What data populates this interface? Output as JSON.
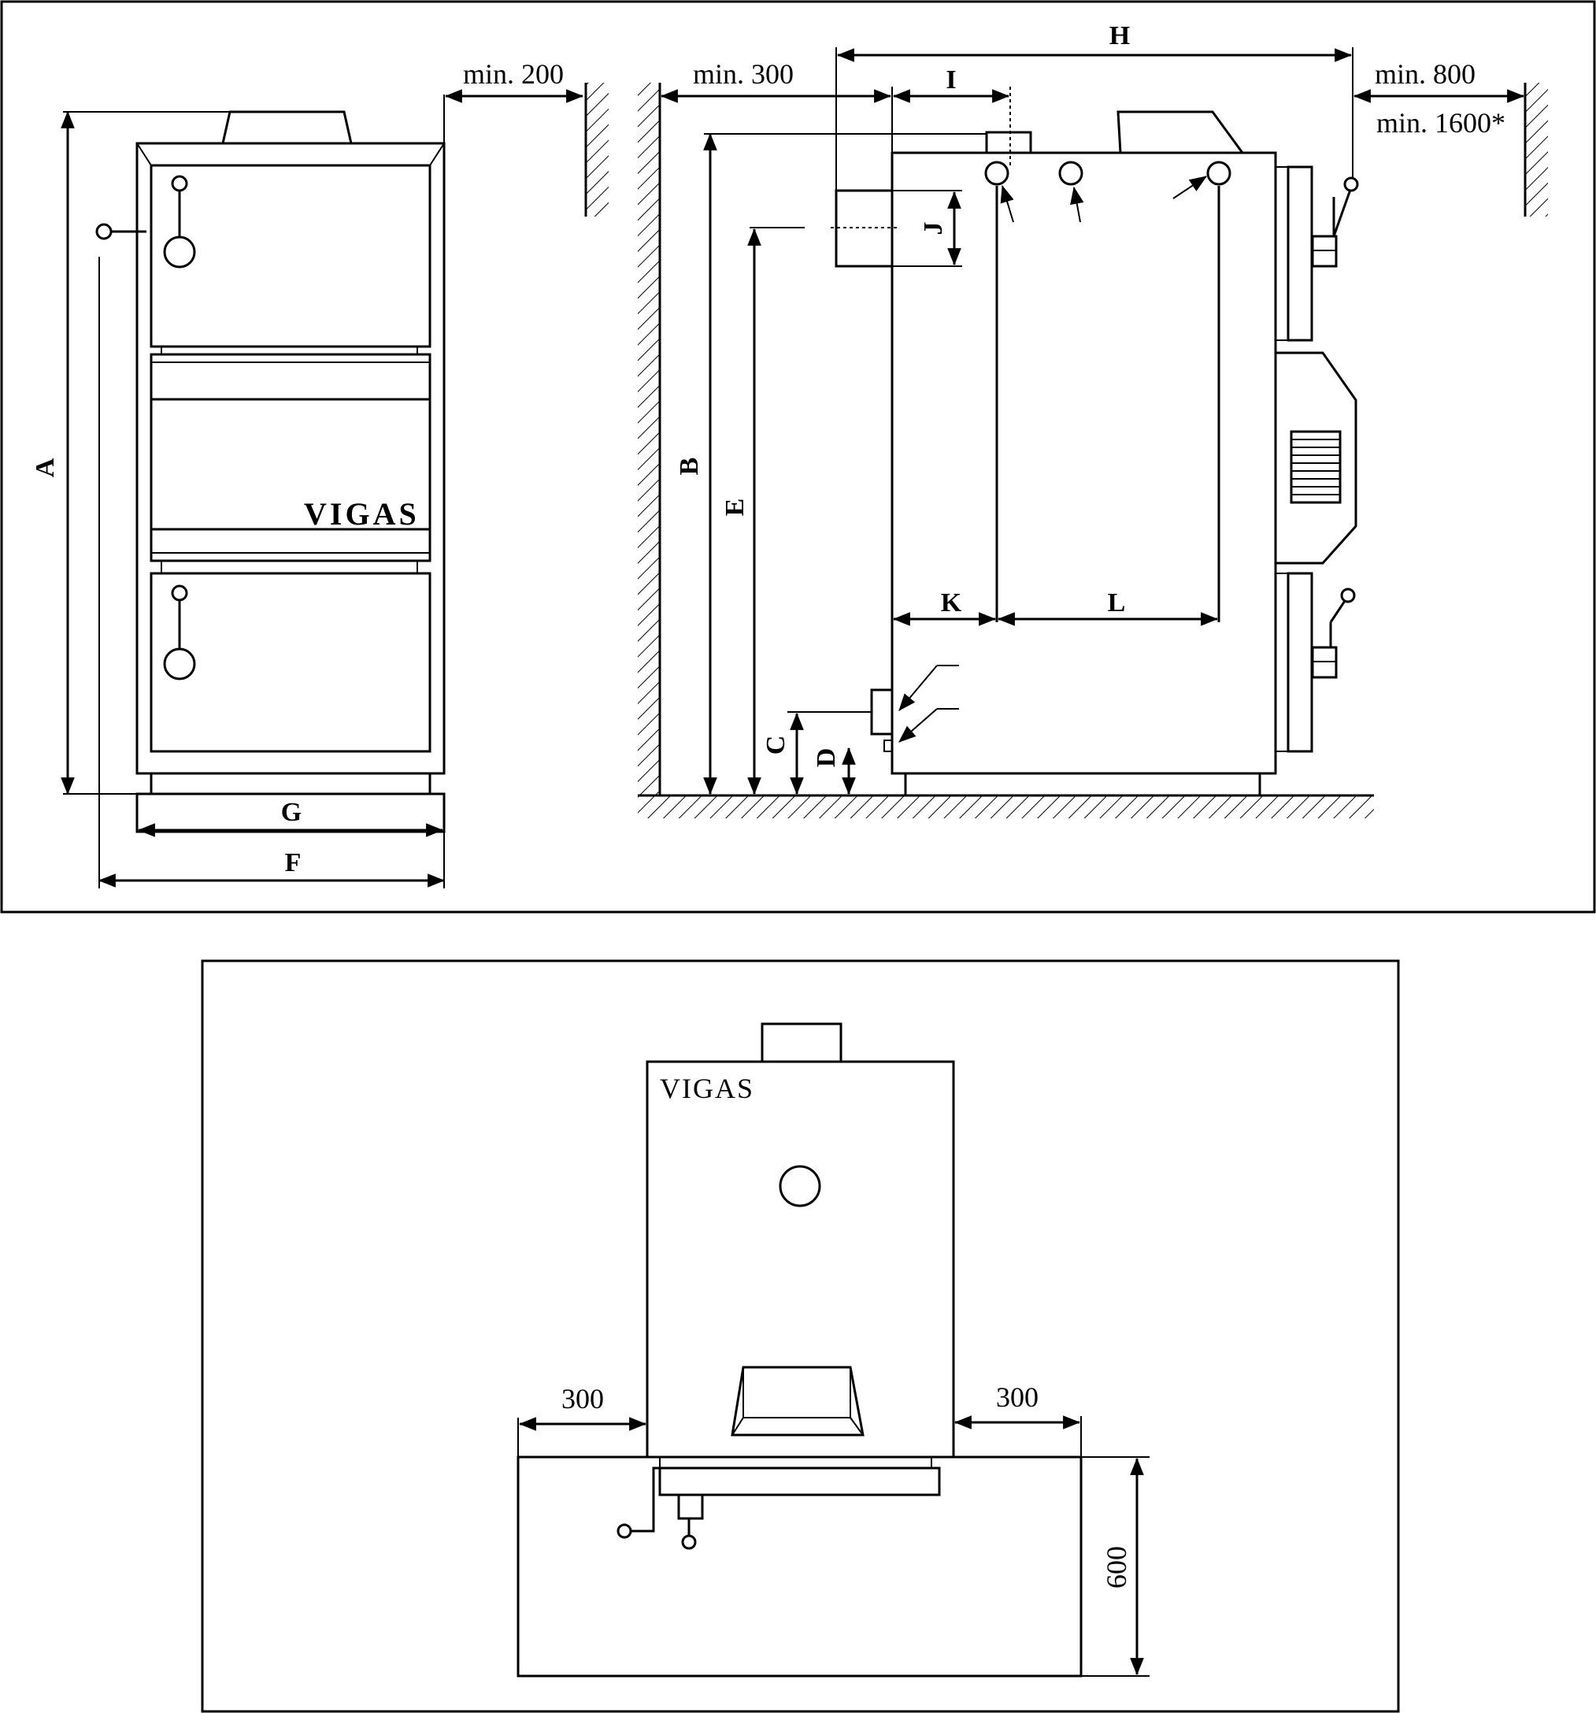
{
  "brand": "VIGAS",
  "front_view": {
    "label_A": "A",
    "label_G": "G",
    "label_F": "F",
    "clearance_top": "min. 200"
  },
  "side_view": {
    "label_H": "H",
    "label_I": "I",
    "label_J": "J",
    "label_B": "B",
    "label_E": "E",
    "label_C": "C",
    "label_D": "D",
    "label_K": "K",
    "label_L": "L",
    "clearance_back": "min. 300",
    "clearance_front_1": "min. 800",
    "clearance_front_2": "min. 1600*"
  },
  "plan_view": {
    "brand": "VIGAS",
    "left_clearance": "300",
    "right_clearance": "300",
    "front_depth": "600"
  }
}
